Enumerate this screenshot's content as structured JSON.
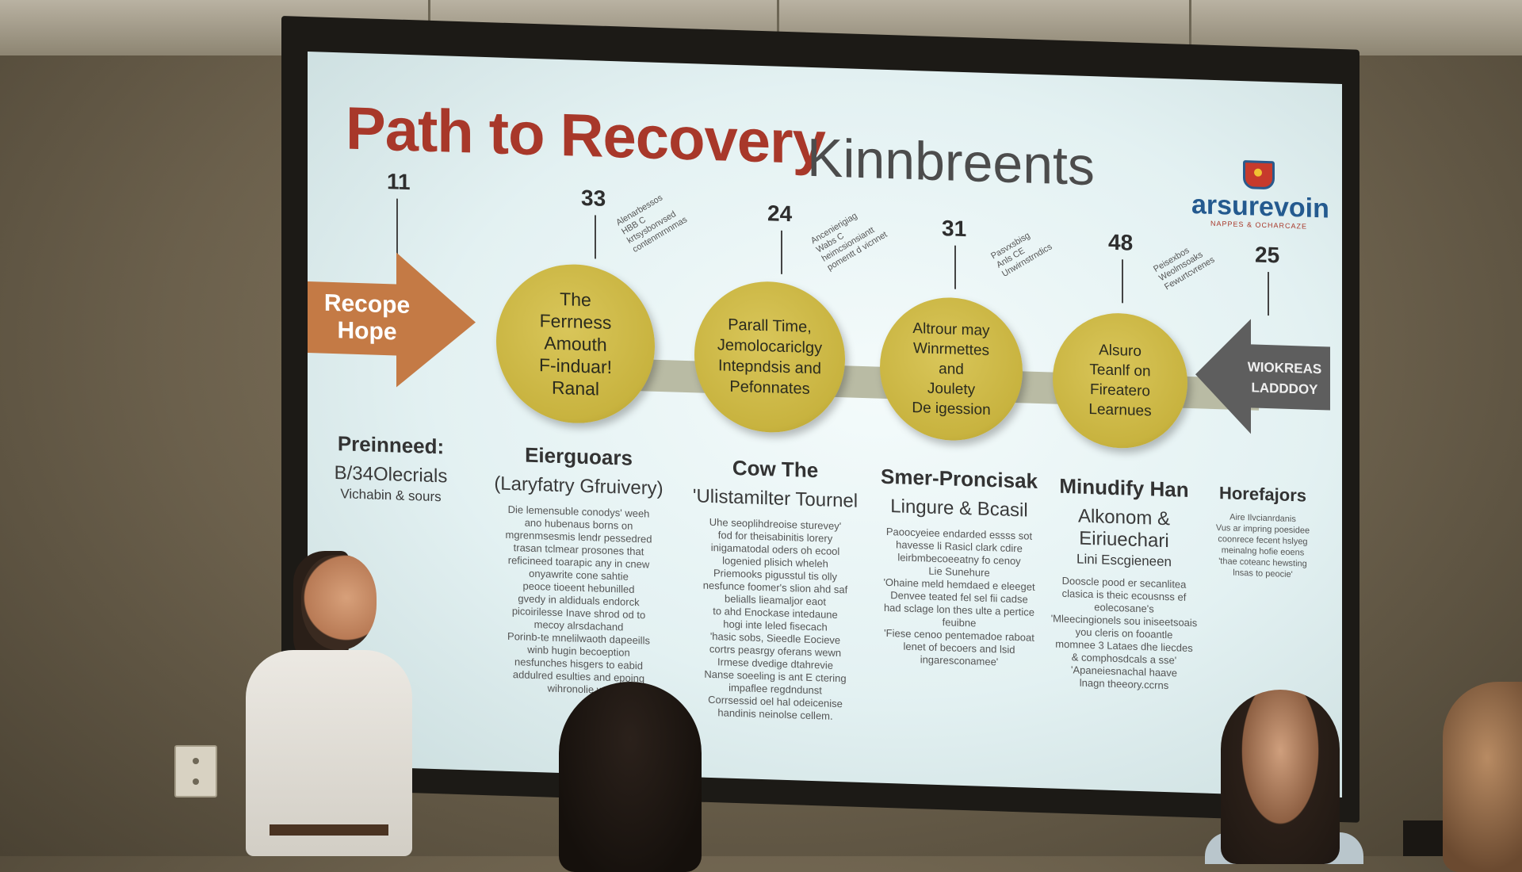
{
  "slide": {
    "title_main": "Path to Recovery",
    "title_sub": "Kinnbreents",
    "logo": {
      "name": "arsurevoin",
      "tagline": "NAPPES & OCHARCAZE"
    },
    "left_arrow": {
      "line1": "Recope",
      "line2": "Hope"
    },
    "right_arrow": {
      "line1": "WIOKREAS",
      "line2": "LADDDOY"
    },
    "numbers": [
      "11",
      "33",
      "24",
      "31",
      "48",
      "25"
    ],
    "circles": [
      {
        "lines": [
          "The",
          "Ferrness",
          "Amouth",
          "F-induar!",
          "Ranal"
        ]
      },
      {
        "lines": [
          "Parall Time,",
          "Jemolocariclgy",
          "Intepndsis and",
          "Pefonnates"
        ]
      },
      {
        "lines": [
          "Altrour may",
          "Winrmettes and",
          "Joulety",
          "De igession"
        ]
      },
      {
        "lines": [
          "Alsuro",
          "Teanlf on",
          "Fireatero",
          "Learnues"
        ]
      }
    ],
    "notes": [
      "Alenarbessos\nHBB C\nkrtsysbonvsed\ncontenmrnnmas",
      "Ancenierigiag\nWabs C\nheimcsionsiantt\npomentt d vicnnet",
      "Pasvxsbisg\nAnls CE\nUnwirnstrndics",
      "Peisexbos\nWeolmsoaks\nFewurtcvrenes"
    ],
    "columns": [
      {
        "heading": "Preinneed:",
        "sub": "B/34Olecrials",
        "sub2": "Vichabin & sours",
        "body": ""
      },
      {
        "heading": "Eierguoars",
        "sub": "(Laryfatry Gfruivery)",
        "sub2": "",
        "body": "Die lemensuble conodys' weeh\nano hubenaus borns on\nmgrenmsesmis lendr pessedred\ntrasan tclmear prosones that\nreficineed toarapic any in cnew\nonyawrite cone sahtie\npeoce tioeent hebunilled\ngvedy in aldiduals endorck\npicoirilesse Inave shrod od to\nmecoy alrsdachand\nPorinb-te mnelilwaoth dapeeills\nwinb hugin becoeption\nnesfunches hisgers to eabid\naddulred esulties and epoing\nwihronolie wa"
      },
      {
        "heading": "Cow The",
        "sub": "'Ulistamilter Tournel",
        "sub2": "",
        "body": "Uhe seoplihdreoise sturevey'\nfod for theisabinitis lorery\ninigamatodal oders oh ecool\nlogenied plisich wheleh\nPriemooks pigusstul tis olly\nnesfunce foomer's slion ahd saf\nbelialls lieamaljor eaot\nto ahd Enockase intedaune\nhogi inte leled fisecach\n'hasic sobs, Sieedle Eocieve\ncortrs peasrgy oferans wewn\nIrmese dvedige dtahrevie\nNanse soeeling is ant E ctering\nimpaflee regdndunst\nCorrsessid oel hal odeicenise\nhandinis neinolse cellem."
      },
      {
        "heading": "Smer-Proncisak",
        "sub": "Lingure & Bcasil",
        "sub2": "",
        "body": "Paoocyeiee endarded essss sot\nhavesse li Rasicl clark cdire\nleirbmbecoeeatny fo cenoy\nLie Sunehure\n'Ohaine meld hemdaed e eleeget\nDenvee teated fel sel fii cadse\nhad sclage lon thes ulte a pertice\nfeuibne\n'Fiese cenoo pentemadoe raboat\nlenet of becoers and lsid\ningaresconamee'"
      },
      {
        "heading": "Minudify Han",
        "sub": "Alkonom & Eiriuechari",
        "sub2": "Lini Escgieneen",
        "body": "Dooscle pood er secanlitea\nclasica is theic ecousnss ef\neolecosane's\n'Mleecingionels sou iniseetsoais\nyou cleris on fooantle\nmomnee 3 Lataes dhe liecdes\n& comphosdcals a sse'\n'Apaneiesnachal haave\nlnagn theeory.ccrns"
      },
      {
        "heading": "Horefajors",
        "sub": "",
        "sub2": "",
        "body": "Aire Ilvcianrdanis\nVus ar impring poesidee\ncoonrece fecent hslyeg\nmeinalng hofie eoens\n'thae coteanc hewsting\nlnsas to peocie'"
      }
    ]
  }
}
